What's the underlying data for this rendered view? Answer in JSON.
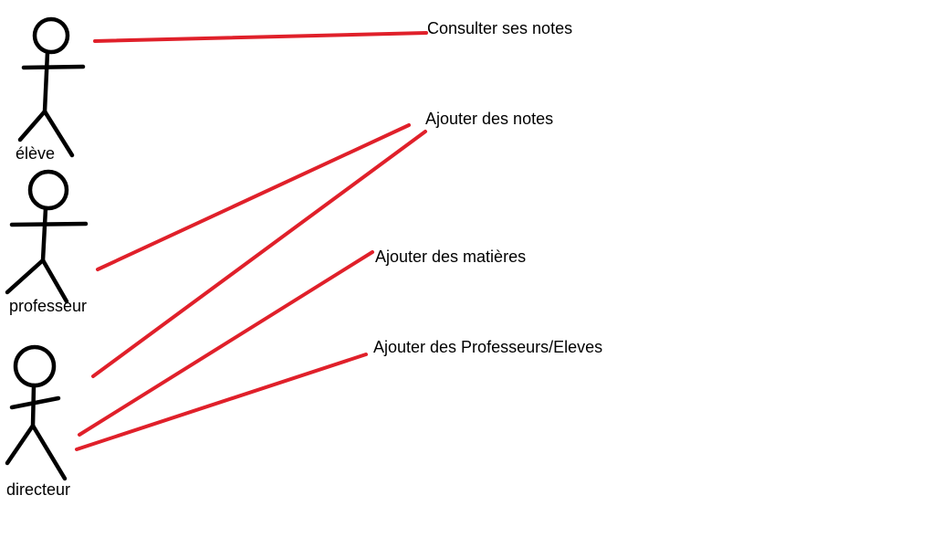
{
  "colors": {
    "association": "#e0202a",
    "actor": "#000000",
    "background": "#ffffff"
  },
  "actors": [
    {
      "id": "eleve",
      "label": "élève"
    },
    {
      "id": "professeur",
      "label": "professeur"
    },
    {
      "id": "directeur",
      "label": "directeur"
    }
  ],
  "use_cases": [
    {
      "id": "consulter",
      "label": "Consulter ses notes"
    },
    {
      "id": "ajouter-notes",
      "label": "Ajouter des notes"
    },
    {
      "id": "ajouter-matieres",
      "label": "Ajouter des matières"
    },
    {
      "id": "ajouter-profs-eleves",
      "label": "Ajouter des Professeurs/Eleves"
    }
  ],
  "associations": [
    {
      "actor": "eleve",
      "use_case": "consulter"
    },
    {
      "actor": "professeur",
      "use_case": "ajouter-notes"
    },
    {
      "actor": "directeur",
      "use_case": "ajouter-notes"
    },
    {
      "actor": "directeur",
      "use_case": "ajouter-matieres"
    },
    {
      "actor": "directeur",
      "use_case": "ajouter-profs-eleves"
    }
  ]
}
